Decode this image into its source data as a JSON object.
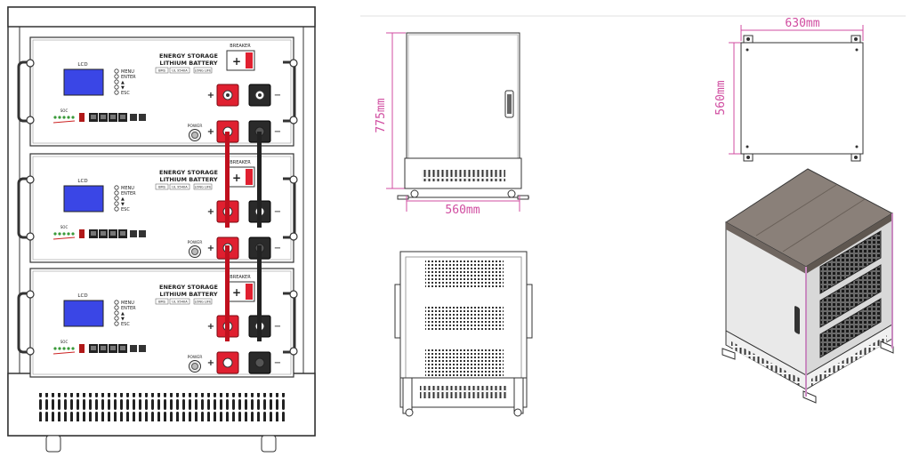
{
  "colors": {
    "dimension": "#d04ca0",
    "lcd": "#3a46e6",
    "terminal_positive": "#e02030",
    "terminal_negative": "#2a2a2a",
    "cabinet_top": "#8a8079"
  },
  "modules": [
    {
      "title1": "ENERGY STORAGE",
      "title2": "LITHIUM BATTERY",
      "lcd": "LCD",
      "menu": "MENU",
      "enter": "ENTER",
      "esc": "ESC",
      "breaker": "BREAKER",
      "power": "POWER",
      "soc": "SOC",
      "bms": "BMS",
      "ul": "UL 9540A",
      "long": "LONG LIFE",
      "plus": "+",
      "minus": "−"
    },
    {
      "title1": "ENERGY STORAGE",
      "title2": "LITHIUM BATTERY",
      "lcd": "LCD",
      "menu": "MENU",
      "enter": "ENTER",
      "esc": "ESC",
      "breaker": "BREAKER",
      "power": "POWER",
      "soc": "SOC",
      "bms": "BMS",
      "ul": "UL 9540A",
      "long": "LONG LIFE",
      "plus": "+",
      "minus": "−"
    },
    {
      "title1": "ENERGY STORAGE",
      "title2": "LITHIUM BATTERY",
      "lcd": "LCD",
      "menu": "MENU",
      "enter": "ENTER",
      "esc": "ESC",
      "breaker": "BREAKER",
      "power": "POWER",
      "soc": "SOC",
      "bms": "BMS",
      "ul": "UL 9540A",
      "long": "LONG LIFE",
      "plus": "+",
      "minus": "−"
    }
  ],
  "dimensions": {
    "front_height": "775mm",
    "front_width": "560mm",
    "top_width": "630mm",
    "top_depth": "560mm"
  }
}
